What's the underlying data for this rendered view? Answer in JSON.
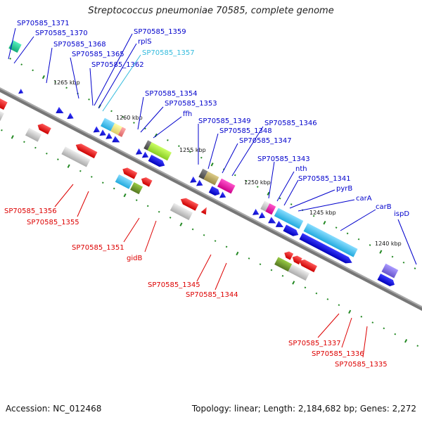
{
  "title": "Streptococcus pneumoniae 70585, complete genome",
  "footer": {
    "accession": "Accession: NC_012468",
    "topology": "Topology: linear; Length: 2,184,682 bp; Genes: 2,272"
  },
  "colors": {
    "forward_label": "#0000cc",
    "reverse_label": "#dd0000",
    "highlight_label": "#33bbdd",
    "backbone": "#777777",
    "tick": "#228822"
  },
  "kbp_marks": [
    "1265 kbp",
    "1260 kbp",
    "1255 kbp",
    "1250 kbp",
    "1245 kbp",
    "1240 kbp"
  ],
  "gene_labels_top": [
    "SP70585_1371",
    "SP70585_1370",
    "SP70585_1368",
    "SP70585_1365",
    "SP70585_1362",
    "SP70585_1359",
    "rplS",
    "SP70585_1357",
    "SP70585_1354",
    "SP70585_1353",
    "ffh",
    "SP70585_1349",
    "SP70585_1348",
    "SP70585_1347",
    "SP70585_1346",
    "SP70585_1343",
    "nth",
    "SP70585_1341",
    "pyrB",
    "carA",
    "carB",
    "ispD"
  ],
  "gene_labels_bottom": [
    "SP70585_1356",
    "SP70585_1355",
    "SP70585_1351",
    "gidB",
    "SP70585_1345",
    "SP70585_1344",
    "SP70585_1337",
    "SP70585_1336",
    "SP70585_1335"
  ]
}
